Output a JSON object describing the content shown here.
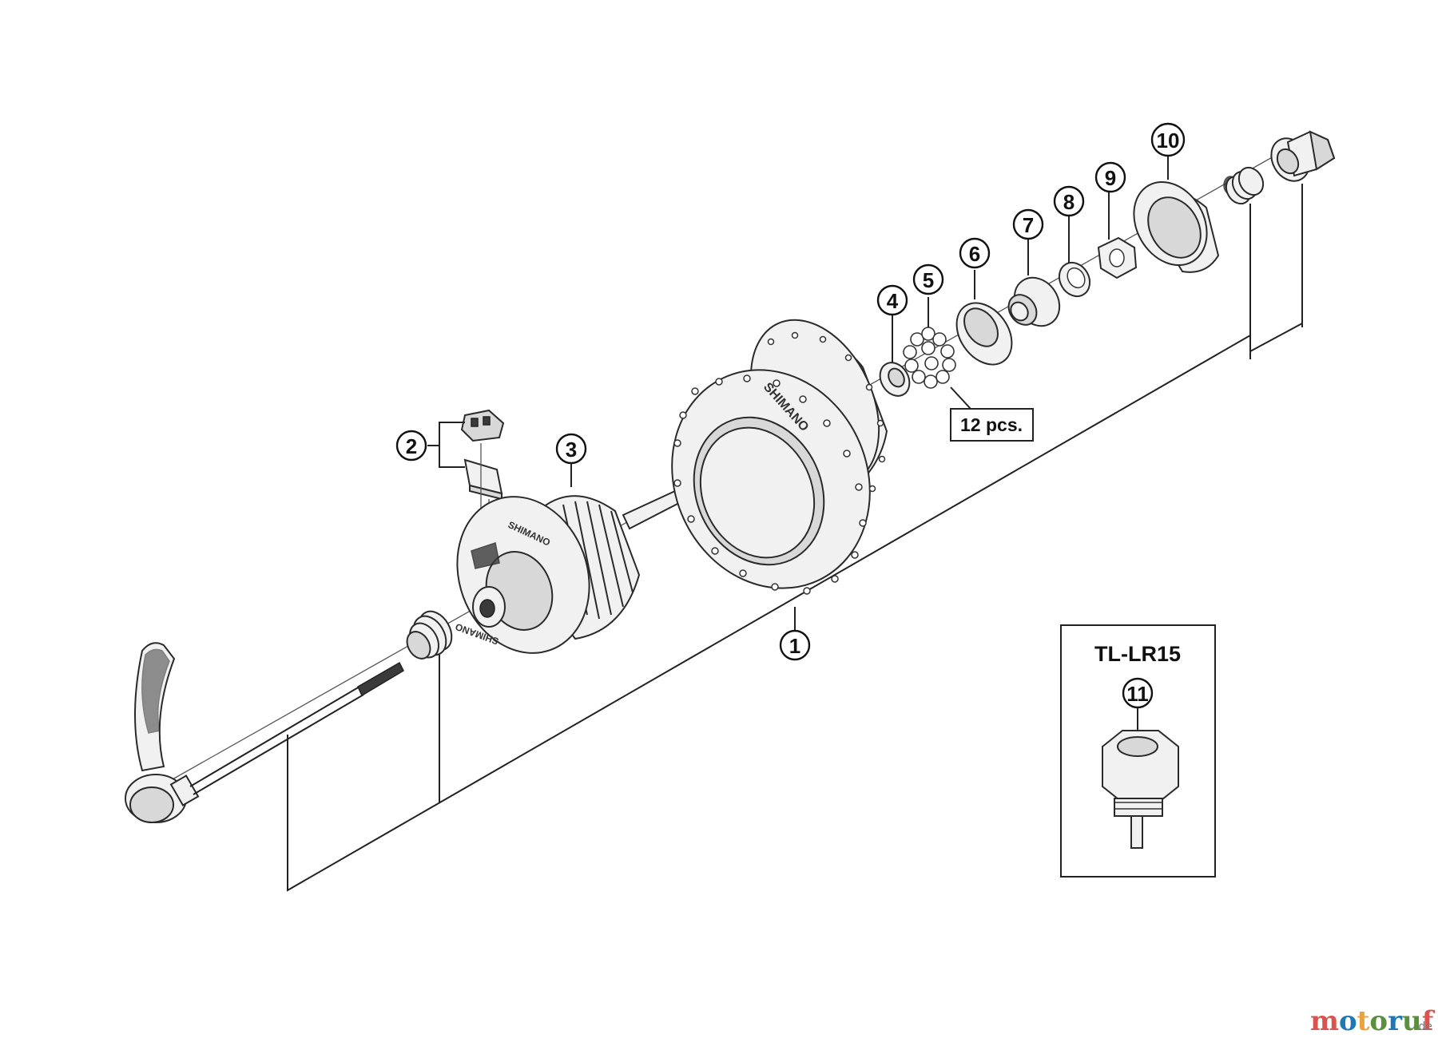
{
  "callouts": [
    {
      "id": "1",
      "text": "1"
    },
    {
      "id": "2",
      "text": "2"
    },
    {
      "id": "3",
      "text": "3"
    },
    {
      "id": "4",
      "text": "4"
    },
    {
      "id": "5",
      "text": "5"
    },
    {
      "id": "6",
      "text": "6"
    },
    {
      "id": "7",
      "text": "7"
    },
    {
      "id": "8",
      "text": "8"
    },
    {
      "id": "9",
      "text": "9"
    },
    {
      "id": "10",
      "text": "10"
    },
    {
      "id": "11",
      "text": "11"
    }
  ],
  "quantity_note": "12 pcs.",
  "tool_box": {
    "title": "TL-LR15"
  },
  "watermark": {
    "main": "motoruf",
    "suffix": ".de"
  },
  "part_markings": {
    "hub_brand": "SHIMANO"
  },
  "colors": {
    "line": "#222222",
    "part_fill": "#f1f1f1",
    "watermark_m": "#d9534f",
    "watermark_o": "#1f77b4",
    "watermark_t": "#e8a33d",
    "watermark_rest": "#5a8f3c"
  }
}
